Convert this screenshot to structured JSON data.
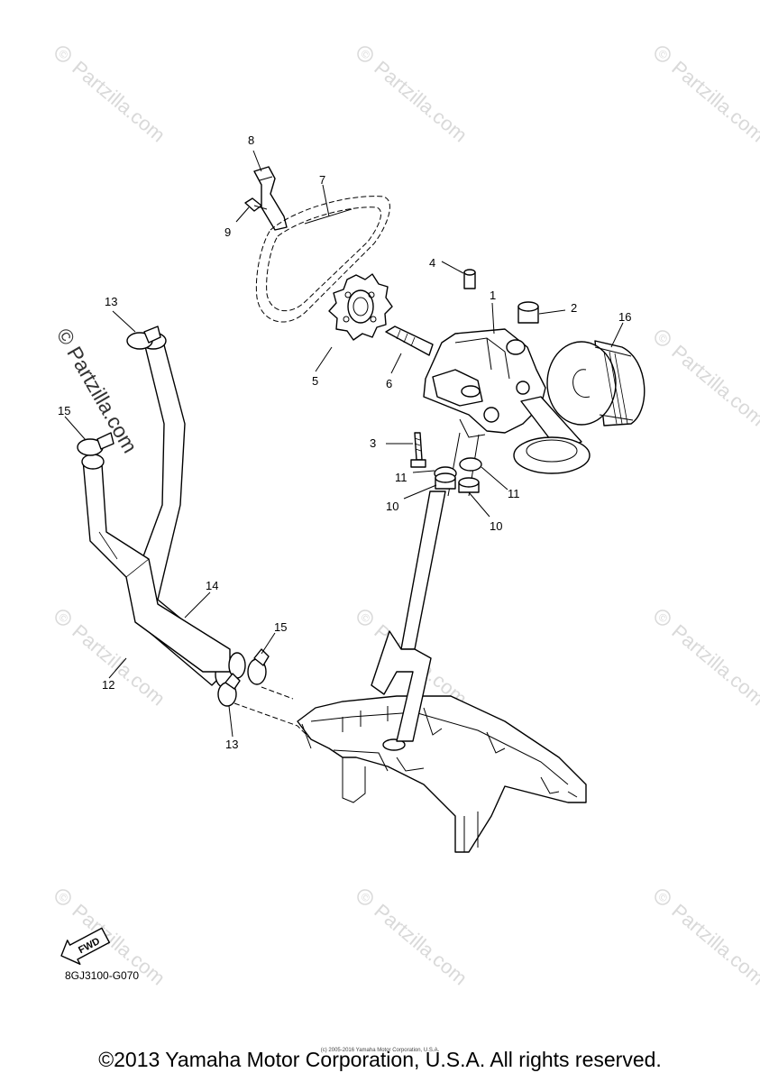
{
  "watermark": {
    "brand": "Partzilla.com",
    "symbol": "©",
    "main_text": "© Partzilla.com"
  },
  "callouts": [
    {
      "id": "8",
      "text": "8"
    },
    {
      "id": "7",
      "text": "7"
    },
    {
      "id": "9",
      "text": "9"
    },
    {
      "id": "4",
      "text": "4"
    },
    {
      "id": "1",
      "text": "1"
    },
    {
      "id": "2",
      "text": "2"
    },
    {
      "id": "16",
      "text": "16"
    },
    {
      "id": "13a",
      "text": "13"
    },
    {
      "id": "5",
      "text": "5"
    },
    {
      "id": "6",
      "text": "6"
    },
    {
      "id": "15a",
      "text": "15"
    },
    {
      "id": "3",
      "text": "3"
    },
    {
      "id": "11a",
      "text": "11"
    },
    {
      "id": "11b",
      "text": "11"
    },
    {
      "id": "10a",
      "text": "10"
    },
    {
      "id": "10b",
      "text": "10"
    },
    {
      "id": "14",
      "text": "14"
    },
    {
      "id": "15b",
      "text": "15"
    },
    {
      "id": "12",
      "text": "12"
    },
    {
      "id": "13b",
      "text": "13"
    }
  ],
  "fwd_label": "FWD",
  "diagram_code": "8GJ3100-G070",
  "copyright": "©2013 Yamaha Motor Corporation, U.S.A. All rights reserved.",
  "small_copyright": "(c) 2005-2016 Yamaha Motor Corporation, U.S.A."
}
